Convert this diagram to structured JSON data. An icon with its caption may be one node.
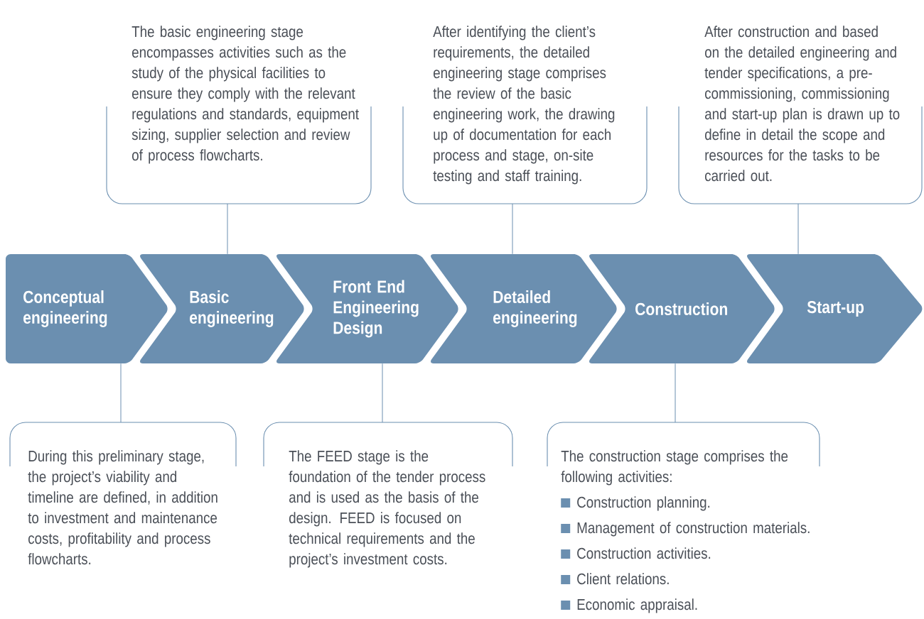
{
  "diagram": {
    "nodes": [
      {
        "text": [
          "The basic engineering stage encompasses activities such as the study of the physical facilities to ensure they comply with the relevant regulations and standards, equipment sizing, supplier selection and review of process flowcharts."
        ]
      },
      {
        "text": [
          "After identifying the client’s requirements, the detailed engineering stage comprises the review of the basic engineering work, the drawing up of documentation for each process and stage, on-site testing and staff training."
        ]
      },
      {
        "text": [
          "After construction and based on the detailed engineering and tender specifications, a pre-commissioning, commissioning and start-up plan is drawn up to define in detail the scope and resources for the tasks to be carried out."
        ]
      },
      {
        "text": [
          "Conceptual engineering"
        ]
      },
      {
        "text": [
          "Basic engineering"
        ]
      },
      {
        "text": [
          "Front End Engineering Design"
        ]
      },
      {
        "text": [
          "Detailed engineering"
        ]
      },
      {
        "text": [
          "Construction"
        ]
      },
      {
        "text": [
          "Start-up"
        ]
      },
      {
        "text": [
          "During this preliminary stage, the project’s viability and timeline are defined, in addition to investment and maintenance costs, profitability and process flowcharts."
        ]
      },
      {
        "text": [
          "The FEED stage is the foundation of the tender process and is used as the basis of the design. FEED is focused on technical requirements and the project’s investment costs."
        ]
      },
      {
        "text": [
          "The construction stage comprises the following activities:",
          "Construction planning.",
          "Management of construction materials.",
          "Construction activities.",
          "Client relations.",
          "Economic appraisal."
        ]
      }
    ],
    "edges": [
      {
        "from": 0,
        "to": 4,
        "arrow": "none"
      },
      {
        "from": 1,
        "to": 6,
        "arrow": "none"
      },
      {
        "from": 2,
        "to": 8,
        "arrow": "none"
      },
      {
        "from": 9,
        "to": 3,
        "arrow": "none"
      },
      {
        "from": 10,
        "to": 5,
        "arrow": "none"
      },
      {
        "from": 11,
        "to": 7,
        "arrow": "none"
      }
    ]
  }
}
